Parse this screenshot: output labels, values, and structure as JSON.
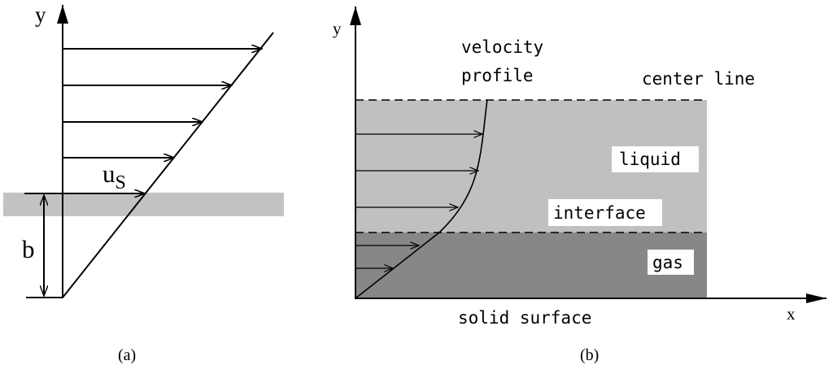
{
  "panel_a": {
    "y_axis_label": "y",
    "velocity_label_base": "u",
    "velocity_label_sub": "S",
    "height_label": "b",
    "caption": "(a)"
  },
  "panel_b": {
    "y_axis_label": "y",
    "x_axis_label": "x",
    "velocity_profile_line1": "velocity",
    "velocity_profile_line2": "profile",
    "center_line_label": "center line",
    "liquid_label": "liquid",
    "interface_label": "interface",
    "gas_label": "gas",
    "surface_label": "solid surface",
    "caption": "(b)"
  },
  "colors": {
    "wall_band": "#c2c2c2",
    "liquid_region": "#c0c0c0",
    "gas_region": "#878787",
    "line": "#000000",
    "label_box": "#ffffff"
  }
}
